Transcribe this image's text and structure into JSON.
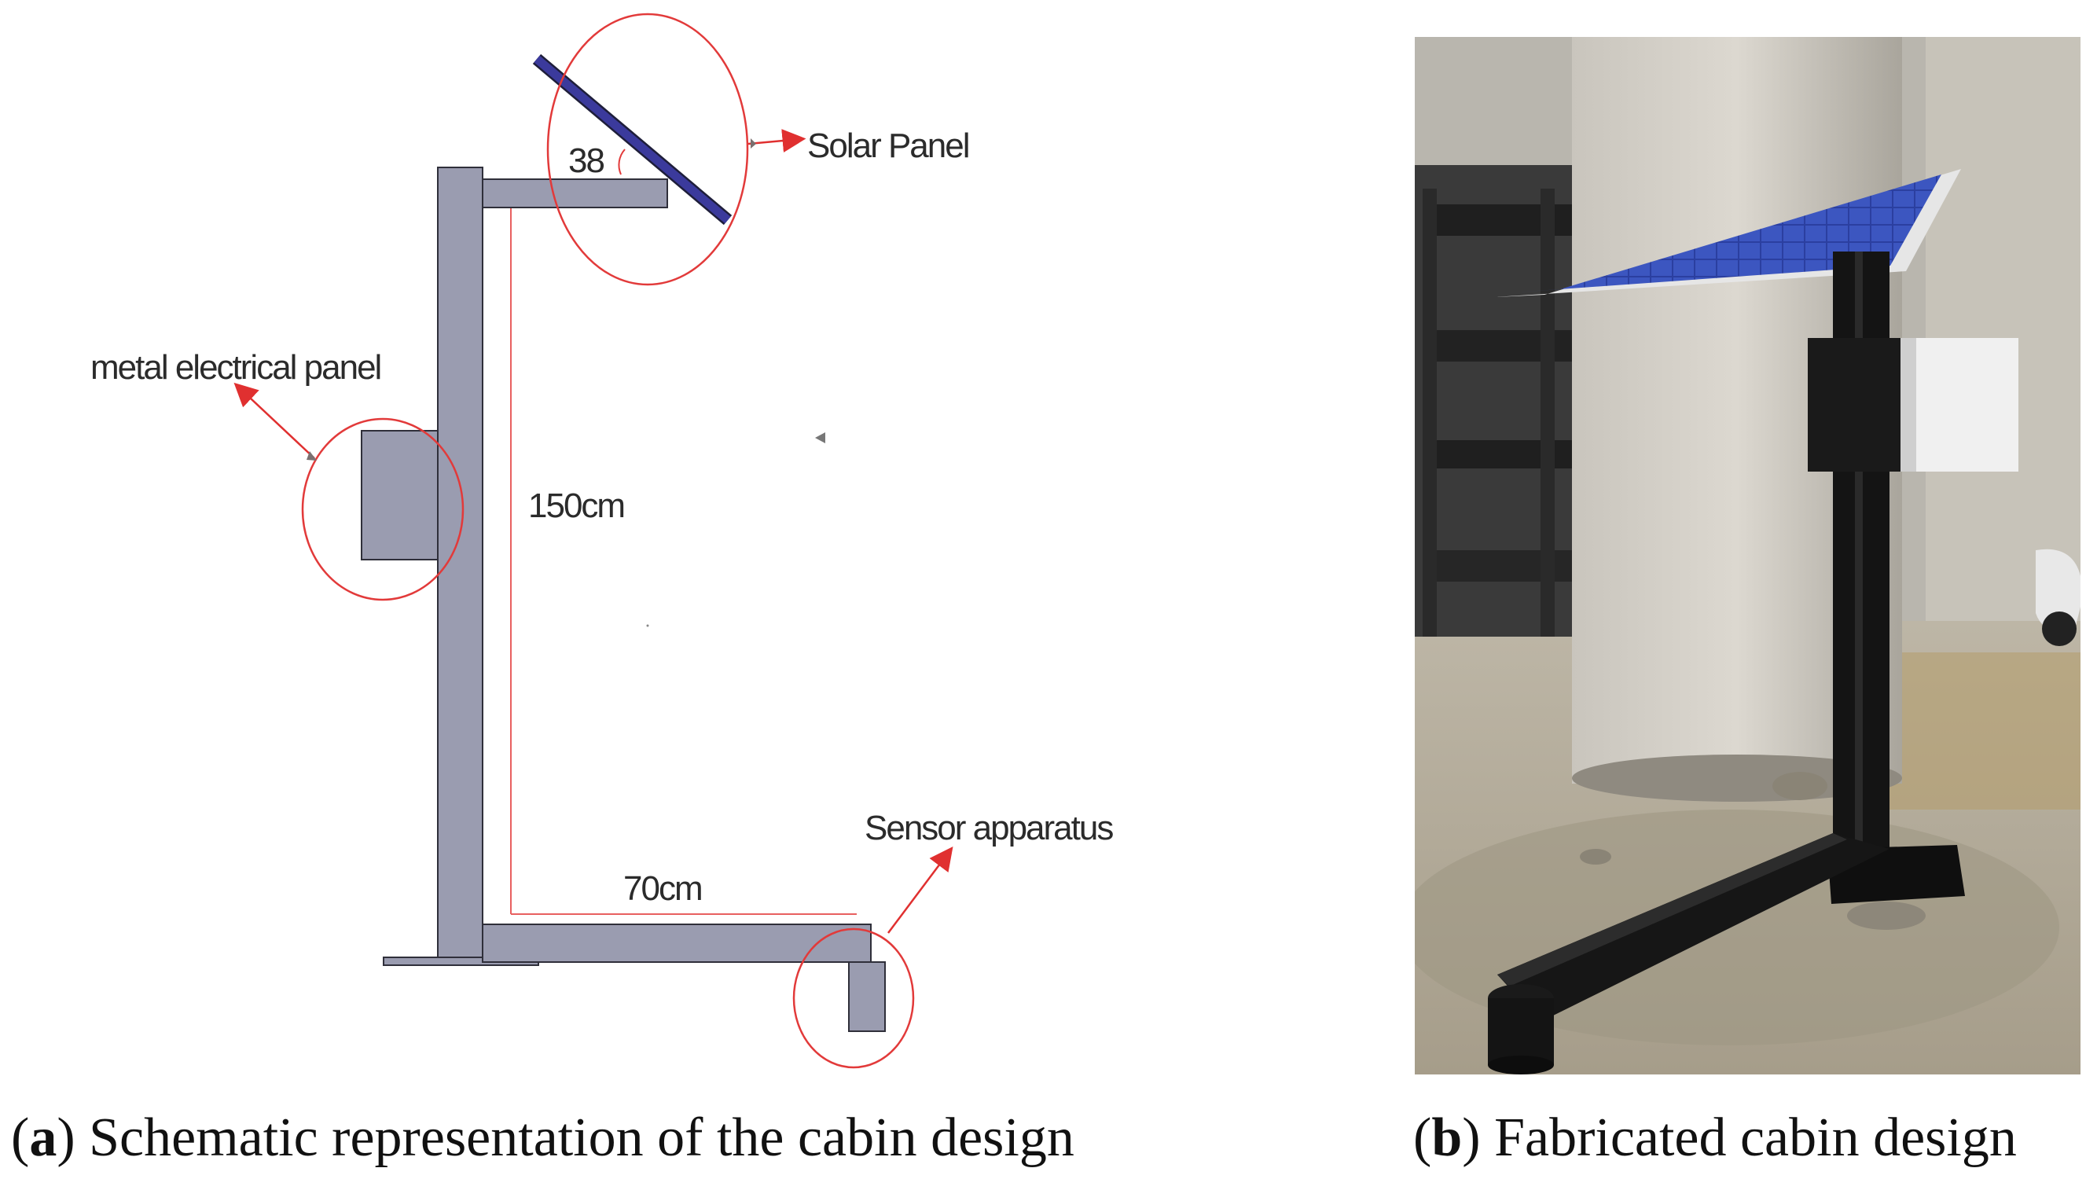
{
  "diagram": {
    "labels": {
      "solar_panel": "Solar Panel",
      "angle": "38",
      "metal_panel": "metal electrical panel",
      "height": "150cm",
      "length": "70cm",
      "sensor": "Sensor apparatus"
    }
  },
  "captions": {
    "a": {
      "letter": "a",
      "text": " Schematic representation of the cabin design"
    },
    "b": {
      "letter": "b",
      "text": " Fabricated cabin design"
    }
  },
  "colors": {
    "frame": "#9a9cb0",
    "frame_stroke": "#2f2f3a",
    "solar": "#3b3a9c",
    "highlight_circle": "#e23a3a",
    "arrow": "#e03030",
    "dimension_line": "#e86060"
  }
}
